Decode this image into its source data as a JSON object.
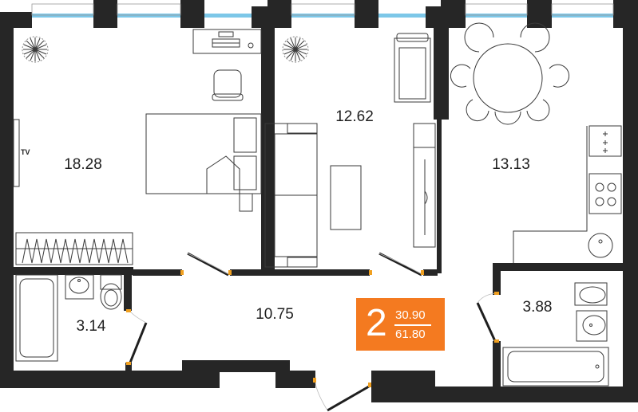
{
  "rooms": {
    "bedroom_area": "18.28",
    "living_area": "12.62",
    "kitchen_area": "13.13",
    "hall_area": "10.75",
    "bathroom_area": "3.14",
    "wc_area": "3.88"
  },
  "tv_label": "TV",
  "badge": {
    "rooms": "2",
    "living_area": "30.90",
    "total_area": "61.80"
  },
  "colors": {
    "wall": "#262626",
    "window": "#7cc7e8",
    "accent": "#f47a20",
    "door_marker": "#f0a020"
  }
}
